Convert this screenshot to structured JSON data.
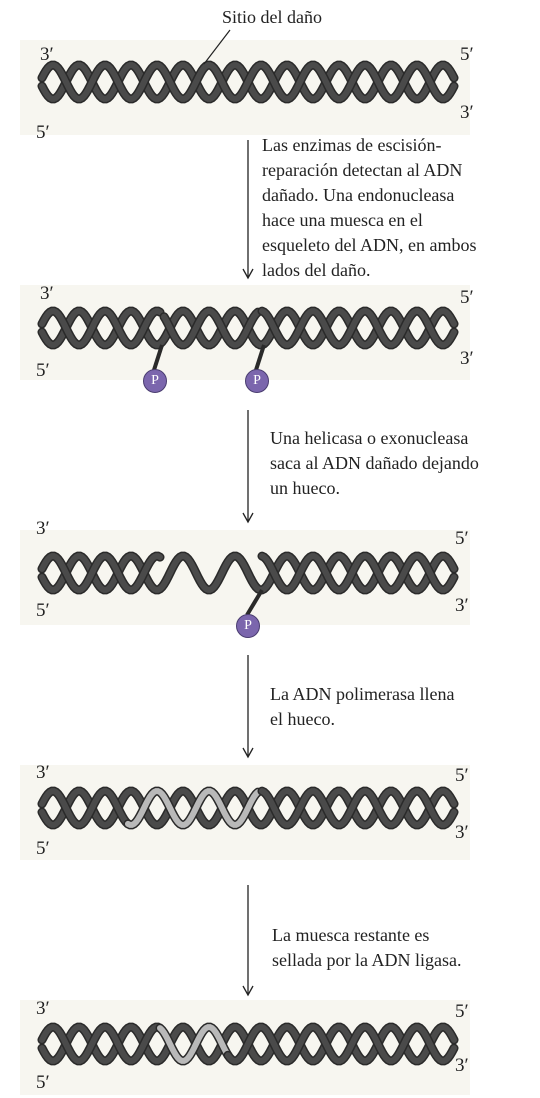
{
  "title": "Sitio del daño",
  "prime3": "3′",
  "prime5": "5′",
  "phosphate": "P",
  "steps": [
    "Las enzimas de escisión-\nreparación detectan al ADN\ndañado. Una endonucleasa\nhace una muesca en el\nesqueleto del ADN, en ambos\nlados del daño.",
    "Una helicasa o exonucleasa\nsaca al ADN dañado dejando\nun hueco.",
    "La ADN polimerasa llena\nel hueco.",
    "La muesca restante es\nsellada por la ADN ligasa."
  ],
  "colors": {
    "strand": "#4a4a4a",
    "repaired": "#b9b9b9",
    "phosphate": "#7b66ad"
  }
}
